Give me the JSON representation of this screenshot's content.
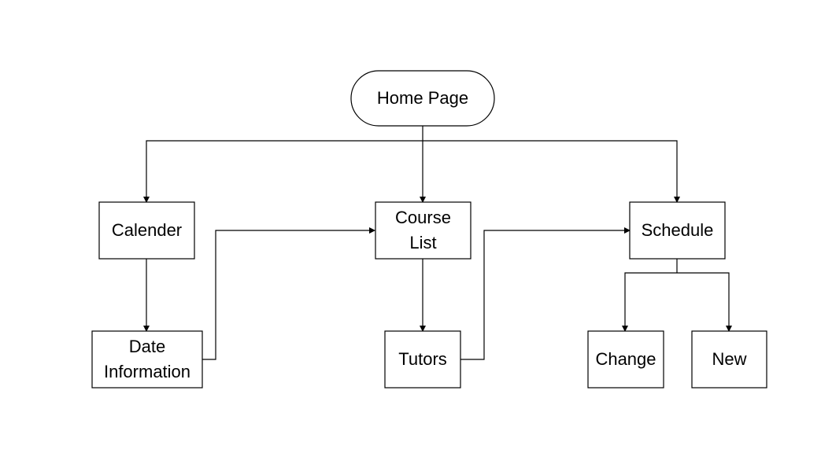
{
  "diagram": {
    "nodes": {
      "home": {
        "label": "Home Page",
        "shape": "rounded"
      },
      "calender": {
        "label": "Calender",
        "shape": "rect"
      },
      "course_list": {
        "label_line1": "Course",
        "label_line2": "List",
        "shape": "rect"
      },
      "schedule": {
        "label": "Schedule",
        "shape": "rect"
      },
      "date_information": {
        "label_line1": "Date",
        "label_line2": "Information",
        "shape": "rect"
      },
      "tutors": {
        "label": "Tutors",
        "shape": "rect"
      },
      "change": {
        "label": "Change",
        "shape": "rect"
      },
      "new": {
        "label": "New",
        "shape": "rect"
      }
    },
    "edges": [
      {
        "from": "home",
        "to": "calender"
      },
      {
        "from": "home",
        "to": "course_list"
      },
      {
        "from": "home",
        "to": "schedule"
      },
      {
        "from": "calender",
        "to": "date_information"
      },
      {
        "from": "date_information",
        "to": "course_list"
      },
      {
        "from": "course_list",
        "to": "tutors"
      },
      {
        "from": "tutors",
        "to": "schedule"
      },
      {
        "from": "schedule",
        "to": "change"
      },
      {
        "from": "schedule",
        "to": "new"
      }
    ],
    "colors": {
      "stroke": "#000000",
      "fill": "#ffffff",
      "text": "#000000"
    }
  }
}
